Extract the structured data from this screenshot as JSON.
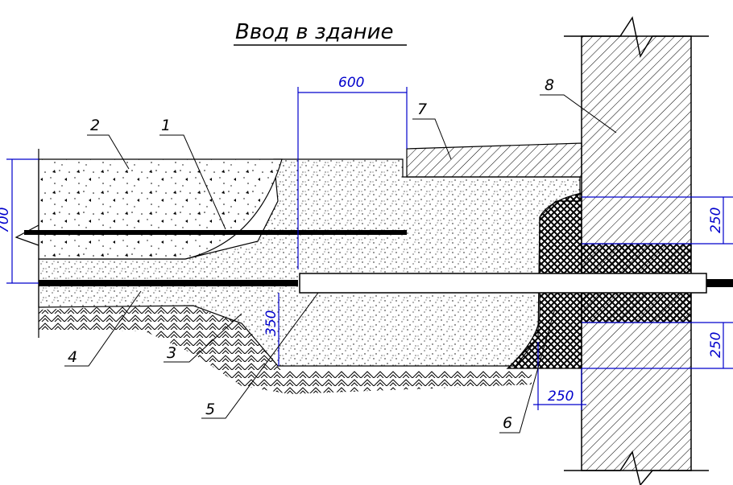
{
  "title": "Ввод в здание",
  "callouts": [
    "1",
    "2",
    "3",
    "4",
    "5",
    "6",
    "7",
    "8"
  ],
  "dimensions": {
    "top_width": "600",
    "left_height": "700",
    "mid_height": "350",
    "wall_upper": "250",
    "wall_lower": "250",
    "bottom_width": "250"
  },
  "colors": {
    "line": "#000000",
    "dimension": "#0000cc"
  }
}
